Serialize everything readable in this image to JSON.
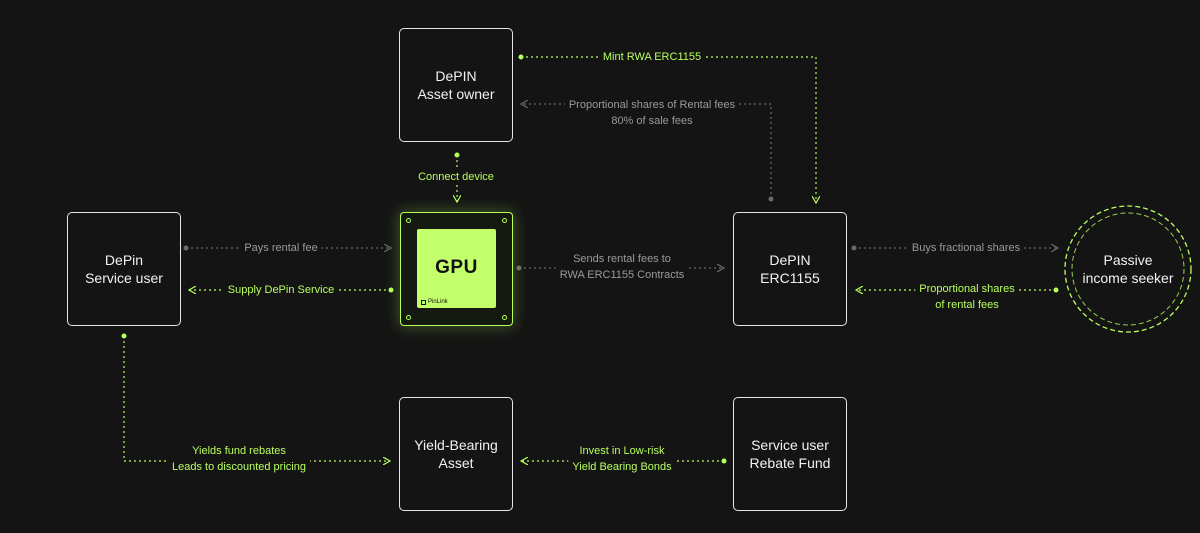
{
  "nodes": {
    "asset_owner": {
      "lines": [
        "DePIN",
        "Asset owner"
      ]
    },
    "service_user": {
      "lines": [
        "DePin",
        "Service user"
      ]
    },
    "gpu": {
      "label": "GPU",
      "brand": "PinLink"
    },
    "erc1155": {
      "lines": [
        "DePIN",
        "ERC1155"
      ]
    },
    "passive": {
      "lines": [
        "Passive",
        "income seeker"
      ]
    },
    "yield_asset": {
      "lines": [
        "Yield-Bearing",
        "Asset"
      ]
    },
    "rebate_fund": {
      "lines": [
        "Service user",
        "Rebate Fund"
      ]
    }
  },
  "edges": {
    "mint": {
      "lines": [
        "Mint RWA ERC1155"
      ]
    },
    "proportional_owner": {
      "lines": [
        "Proportional shares of Rental fees",
        "80% of sale fees"
      ]
    },
    "connect": {
      "lines": [
        "Connect device"
      ]
    },
    "pays_rental": {
      "lines": [
        "Pays rental fee"
      ]
    },
    "supply_service": {
      "lines": [
        "Supply DePin Service"
      ]
    },
    "sends_rental": {
      "lines": [
        "Sends rental fees to",
        "RWA ERC1155 Contracts"
      ]
    },
    "buys_fractional": {
      "lines": [
        "Buys fractional shares"
      ]
    },
    "proportional_rental": {
      "lines": [
        "Proportional shares",
        "of rental fees"
      ]
    },
    "yields_fund": {
      "lines": [
        "Yields fund rebates",
        "Leads to discounted pricing"
      ]
    },
    "invest": {
      "lines": [
        "Invest in Low-risk",
        "Yield Bearing Bonds"
      ]
    }
  },
  "colors": {
    "accent": "#b8ff5e",
    "muted": "#6b6b6b",
    "background": "#141414",
    "box_border": "#e6e6e6"
  }
}
